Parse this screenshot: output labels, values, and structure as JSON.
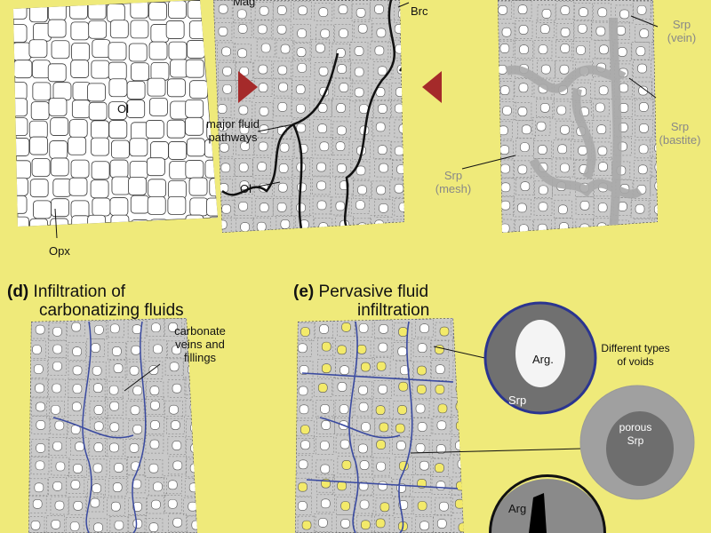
{
  "colors": {
    "background": "#efea7a",
    "serpentinized": "#c9c9c9",
    "arrow_marker": "#a52a2a",
    "vein": "#3a4aa0",
    "carbonate": "#f3ea6a"
  },
  "panel_a": {
    "labels": {
      "ol": "Ol",
      "opx": "Opx"
    }
  },
  "panel_b": {
    "labels": {
      "mag": "Mag",
      "brc": "Brc",
      "major_fluid": "major fluid",
      "pathways": "pathways",
      "ol": "Ol"
    }
  },
  "panel_c": {
    "labels": {
      "srp_vein": "Srp",
      "vein": "(vein)",
      "srp_bastite": "Srp",
      "bastite": "(bastite)",
      "srp_mesh": "Srp",
      "mesh": "(mesh)"
    }
  },
  "panel_d": {
    "letter": "(d)",
    "title_line1": "Infiltration of",
    "title_line2": "carbonatizing fluids",
    "labels": {
      "carb1": "carbonate",
      "carb2": "veins and",
      "carb3": "fillings"
    }
  },
  "panel_e": {
    "letter": "(e)",
    "title_line1": "Pervasive fluid",
    "title_line2": "infiltration"
  },
  "voids": {
    "heading1": "Different types",
    "heading2": "of voids",
    "img1": {
      "arg": "Arg.",
      "srp": "Srp"
    },
    "img2": {
      "line1": "porous",
      "line2": "Srp"
    },
    "img3": {
      "arg": "Arg"
    }
  }
}
